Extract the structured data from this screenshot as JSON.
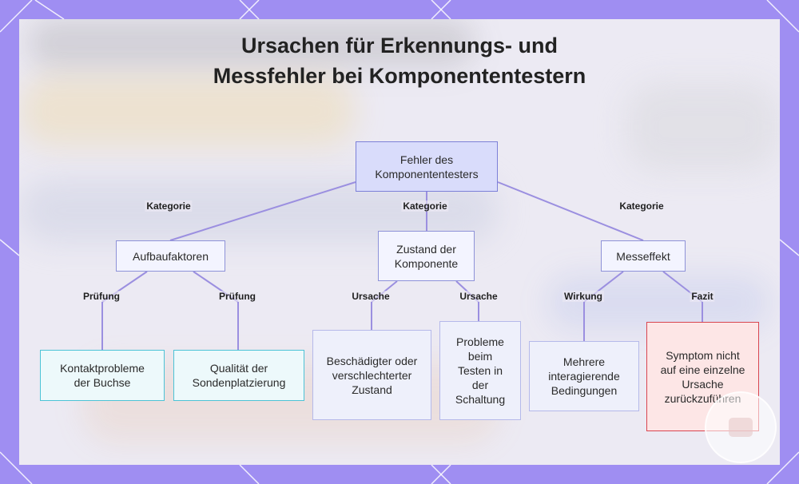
{
  "title": {
    "line1": "Ursachen für Erkennungs- und",
    "line2": "Messfehler bei Komponententestern"
  },
  "nodes": {
    "root": "Fehler des Komponententesters",
    "aufbau": "Aufbaufaktoren",
    "zustand": "Zustand der Komponente",
    "messeffekt": "Messeffekt",
    "kontakt": "Kontaktprobleme der Buchse",
    "qualitaet": "Qualität der Sondenplatzierung",
    "beschaedigt": "Beschädigter oder verschlechterter Zustand",
    "probleme": "Probleme beim Testen in der Schaltung",
    "mehrere": "Mehrere interagierende Bedingungen",
    "symptom": "Symptom nicht auf eine einzelne Ursache zurückzuführen"
  },
  "edges": {
    "kategorie_left": "Kategorie",
    "kategorie_mid": "Kategorie",
    "kategorie_right": "Kategorie",
    "pruefung_1": "Prüfung",
    "pruefung_2": "Prüfung",
    "ursache_1": "Ursache",
    "ursache_2": "Ursache",
    "wirkung": "Wirkung",
    "fazit": "Fazit"
  },
  "colors": {
    "frame": "#9f8ef2",
    "edge": "#9b8fe0",
    "root_fill": "#d9dcfb",
    "cyan_border": "#4cc3d6",
    "red_border": "#d9454f"
  }
}
